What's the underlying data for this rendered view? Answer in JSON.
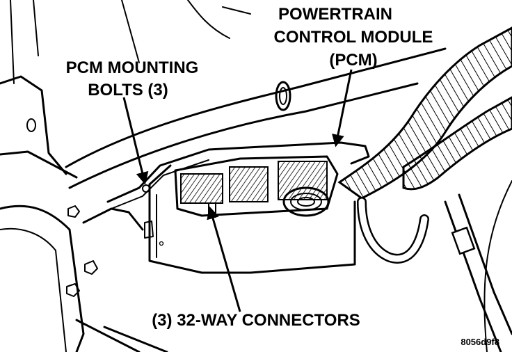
{
  "callouts": {
    "pcm_line1": "POWERTRAIN",
    "pcm_line2": "CONTROL MODULE",
    "pcm_line3": "(PCM)",
    "bolts_line1": "PCM MOUNTING",
    "bolts_line2": "BOLTS (3)",
    "connectors": "(3) 32-WAY CONNECTORS"
  },
  "figure_id": "8056d9f8"
}
